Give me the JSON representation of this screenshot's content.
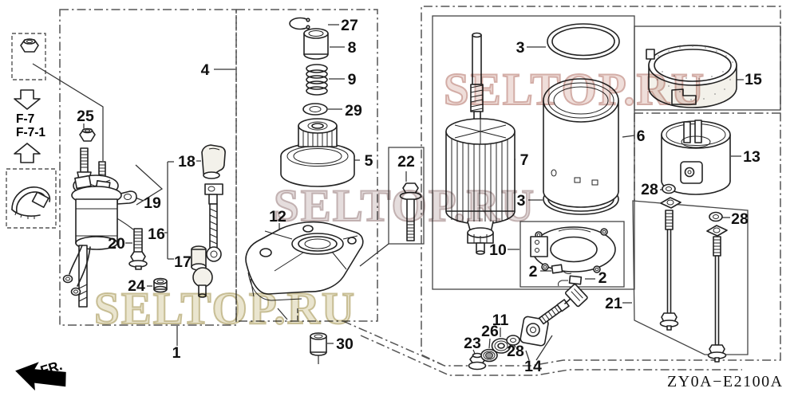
{
  "diagram": {
    "part_code": "ZY0A−E2100A",
    "fr_indicator": "FR.",
    "ref_links": {
      "primary": "F-7",
      "secondary": "F-7-1"
    },
    "watermark": {
      "text": "SELTOP.RU",
      "color_top": "#e7cfc9",
      "color_middle": "#ded2cf",
      "color_bottom": "#e6dfc6"
    },
    "callouts": [
      "27",
      "8",
      "9",
      "29",
      "5",
      "4",
      "25",
      "19",
      "20",
      "16",
      "18",
      "17",
      "24",
      "12",
      "22",
      "1",
      "30",
      "7",
      "3",
      "3",
      "6",
      "15",
      "13",
      "28",
      "28",
      "10",
      "2",
      "2",
      "21",
      "11",
      "26",
      "23",
      "28",
      "14"
    ]
  }
}
